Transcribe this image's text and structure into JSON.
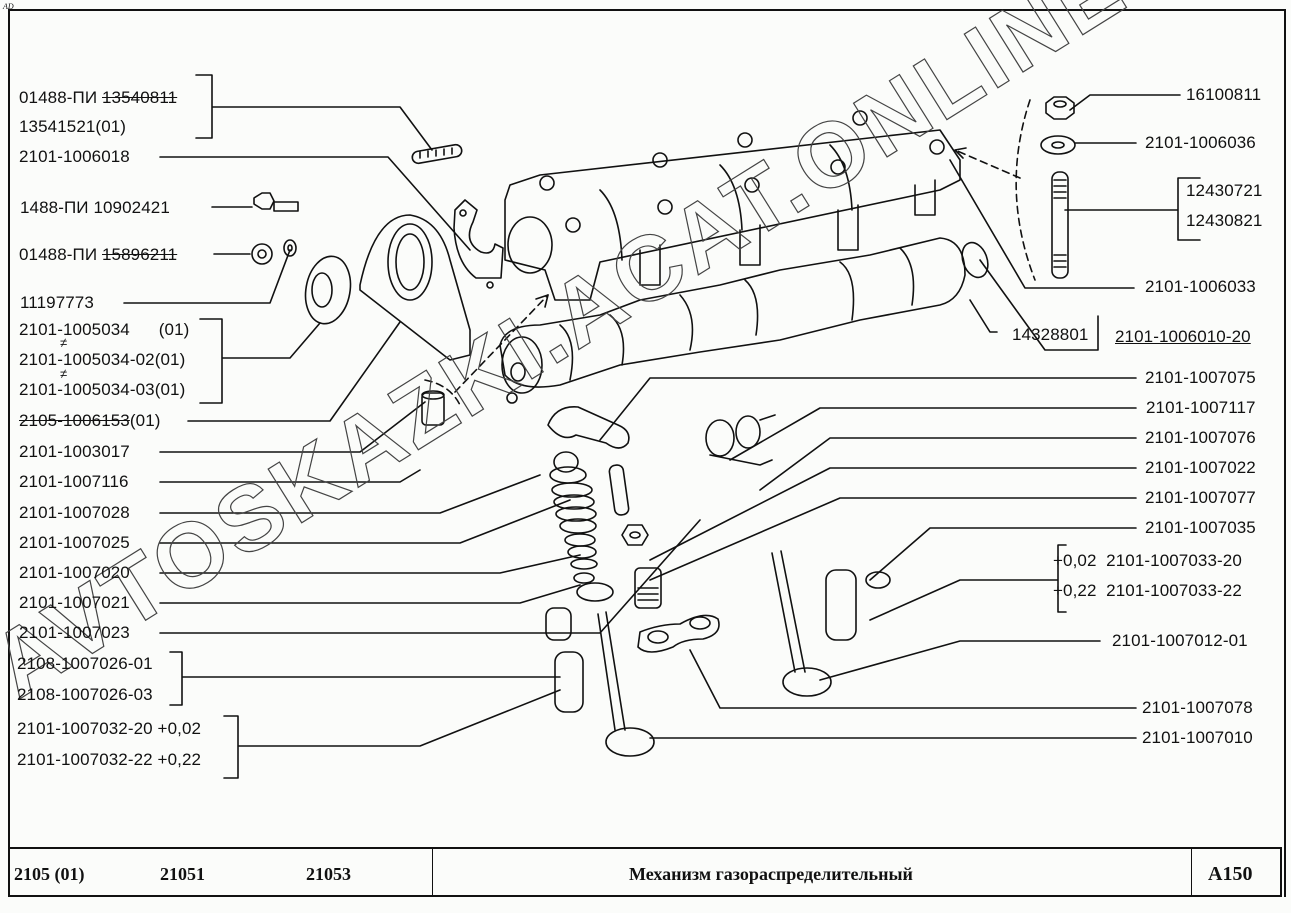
{
  "corner_mark": "AD",
  "left_labels": [
    {
      "id": "l1a",
      "text": "01488-ПИ  ",
      "suffix": "13540811",
      "suffix_struck": true
    },
    {
      "id": "l1b",
      "text": "13541521(01)"
    },
    {
      "id": "l2",
      "text": "2101-1006018"
    },
    {
      "id": "l3",
      "text": "1488-ПИ  10902421"
    },
    {
      "id": "l4",
      "text": "01488-ПИ  ",
      "suffix": "15896211",
      "suffix_struck": true
    },
    {
      "id": "l5",
      "text": "11197773"
    },
    {
      "id": "l6a",
      "text": "2101-1005034      (01)"
    },
    {
      "id": "l6b",
      "text": "2101-1005034-02(01)"
    },
    {
      "id": "l6c",
      "text": "2101-1005034-03(01)"
    },
    {
      "id": "l7",
      "text": "2105-1006153",
      "text_struck": true,
      "suffix": "(01)"
    },
    {
      "id": "l8",
      "text": "2101-1003017"
    },
    {
      "id": "l9",
      "text": "2101-1007116"
    },
    {
      "id": "l10",
      "text": "2101-1007028"
    },
    {
      "id": "l11",
      "text": "2101-1007025"
    },
    {
      "id": "l12",
      "text": "2101-1007020"
    },
    {
      "id": "l13",
      "text": "2101-1007021"
    },
    {
      "id": "l14",
      "text": "2101-1007023"
    },
    {
      "id": "l15a",
      "text": "2108-1007026-01"
    },
    {
      "id": "l15b",
      "text": "2108-1007026-03"
    },
    {
      "id": "l16a",
      "text": "2101-1007032-20 +0,02"
    },
    {
      "id": "l16b",
      "text": "2101-1007032-22 +0,22"
    }
  ],
  "not_equal_symbol": "≠",
  "right_labels": [
    {
      "id": "r1",
      "text": "16100811"
    },
    {
      "id": "r2",
      "text": "2101-1006036"
    },
    {
      "id": "r3a",
      "text": "12430721"
    },
    {
      "id": "r3b",
      "text": "12430821"
    },
    {
      "id": "r4",
      "text": "2101-1006033"
    },
    {
      "id": "r5",
      "text": "14328801"
    },
    {
      "id": "r6",
      "text": "2101-1006010-20",
      "underlined": true
    },
    {
      "id": "r7",
      "text": "2101-1007075"
    },
    {
      "id": "r8",
      "text": "2101-1007117"
    },
    {
      "id": "r9",
      "text": "2101-1007076"
    },
    {
      "id": "r10",
      "text": "2101-1007022"
    },
    {
      "id": "r11",
      "text": "2101-1007077"
    },
    {
      "id": "r12",
      "text": "2101-1007035"
    },
    {
      "id": "r13a",
      "text": "+0,02  2101-1007033-20"
    },
    {
      "id": "r13b",
      "text": "+0,22  2101-1007033-22"
    },
    {
      "id": "r14",
      "text": "2101-1007012-01"
    },
    {
      "id": "r15",
      "text": "2101-1007078"
    },
    {
      "id": "r16",
      "text": "2101-1007010"
    }
  ],
  "watermark": "AVTOSKAZKI.ACAT.ONLINE",
  "title_block": {
    "models": [
      "2105 (01)",
      "21051",
      "21053"
    ],
    "title": "Механизм газораспределительный",
    "sheet_code": "A150"
  }
}
